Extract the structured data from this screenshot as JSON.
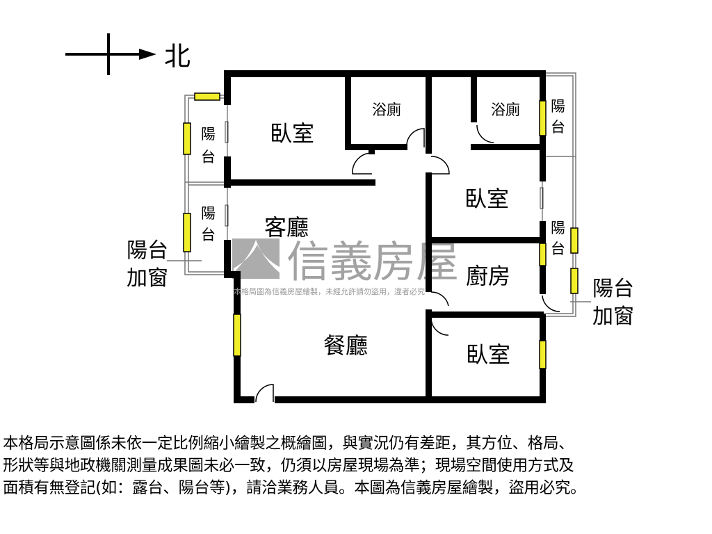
{
  "compass": {
    "north_label": "北"
  },
  "rooms": {
    "bedroom_1": "臥室",
    "bath_1": "浴廁",
    "bath_2": "浴廁",
    "balcony_top_right": "陽台",
    "balcony_left_top": "陽台",
    "balcony_left_bottom": "陽台",
    "balcony_right_mid": "陽台",
    "living_room": "客廳",
    "bedroom_2": "臥室",
    "kitchen": "廚房",
    "dining_room": "餐廳",
    "bedroom_3": "臥室"
  },
  "annotations": {
    "left_balcony_window_line1": "陽台",
    "left_balcony_window_line2": "加窗",
    "right_balcony_window_line1": "陽台",
    "right_balcony_window_line2": "加窗"
  },
  "watermark": {
    "brand": "信義房屋",
    "notice": "本格局圖為信義房屋繪製，未經允許請勿盜用，違者必究"
  },
  "disclaimer": [
    "本格局示意圖係未依一定比例縮小繪製之概繪圖，與實況仍有差距，其方位、格局、",
    "形狀等與地政機關測量成果圖未必一致，仍須以房屋現場為準；現場空間使用方式及",
    "面積有無登記(如：露台、陽台等)，請洽業務人員。本圖為信義房屋繪製，盜用必究。"
  ],
  "colors": {
    "wall": "#000000",
    "window": "#f2ee2a",
    "watermark": "#9e9e9e"
  }
}
